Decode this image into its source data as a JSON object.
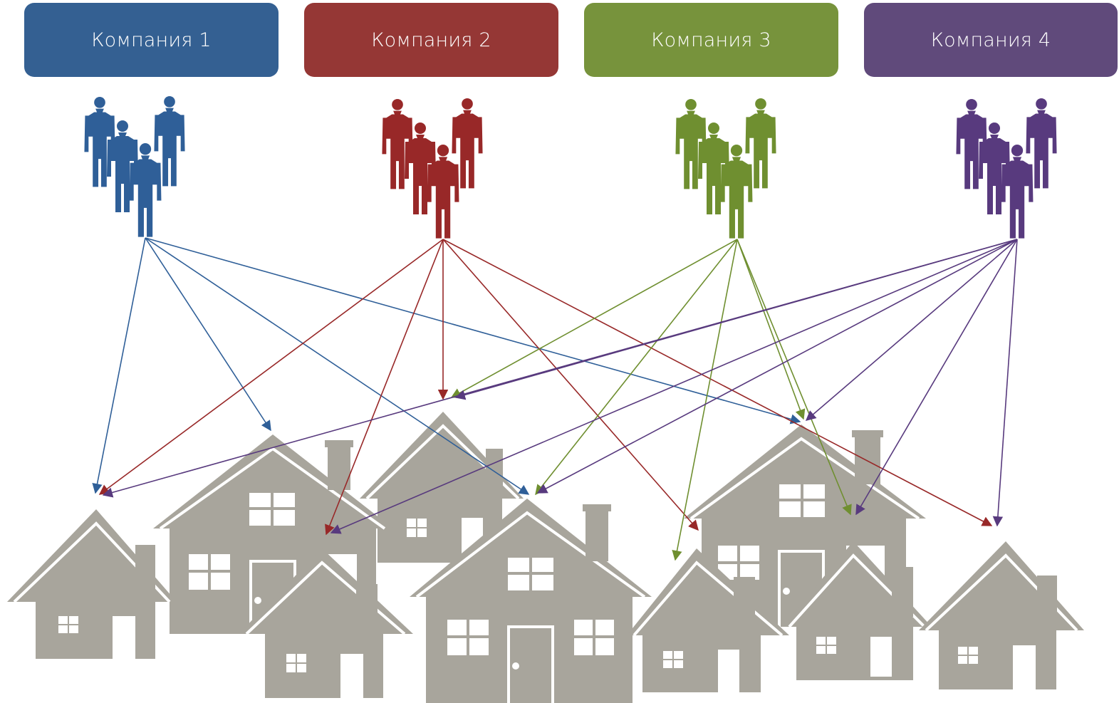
{
  "companies": [
    {
      "id": "c1",
      "label": "Компания 1",
      "color": "#346092"
    },
    {
      "id": "c2",
      "label": "Компания 2",
      "color": "#953735"
    },
    {
      "id": "c3",
      "label": "Компания 3",
      "color": "#77933c"
    },
    {
      "id": "c4",
      "label": "Компания 4",
      "color": "#604a7b"
    }
  ],
  "people_colors": [
    "#2f5f98",
    "#982828",
    "#6f8f30",
    "#583a7e"
  ],
  "house_color": "#a8a59c",
  "icons": {
    "people": "people-group-icon",
    "house": "house-icon"
  },
  "connections": {
    "c1": [
      "h1",
      "h2",
      "h5",
      "h8"
    ],
    "c2": [
      "h1",
      "h3",
      "h4",
      "h7",
      "h10"
    ],
    "c3": [
      "h4",
      "h5",
      "h6",
      "h8",
      "h9"
    ],
    "c4": [
      "h1",
      "h3",
      "h4",
      "h5",
      "h8",
      "h9",
      "h10"
    ]
  }
}
